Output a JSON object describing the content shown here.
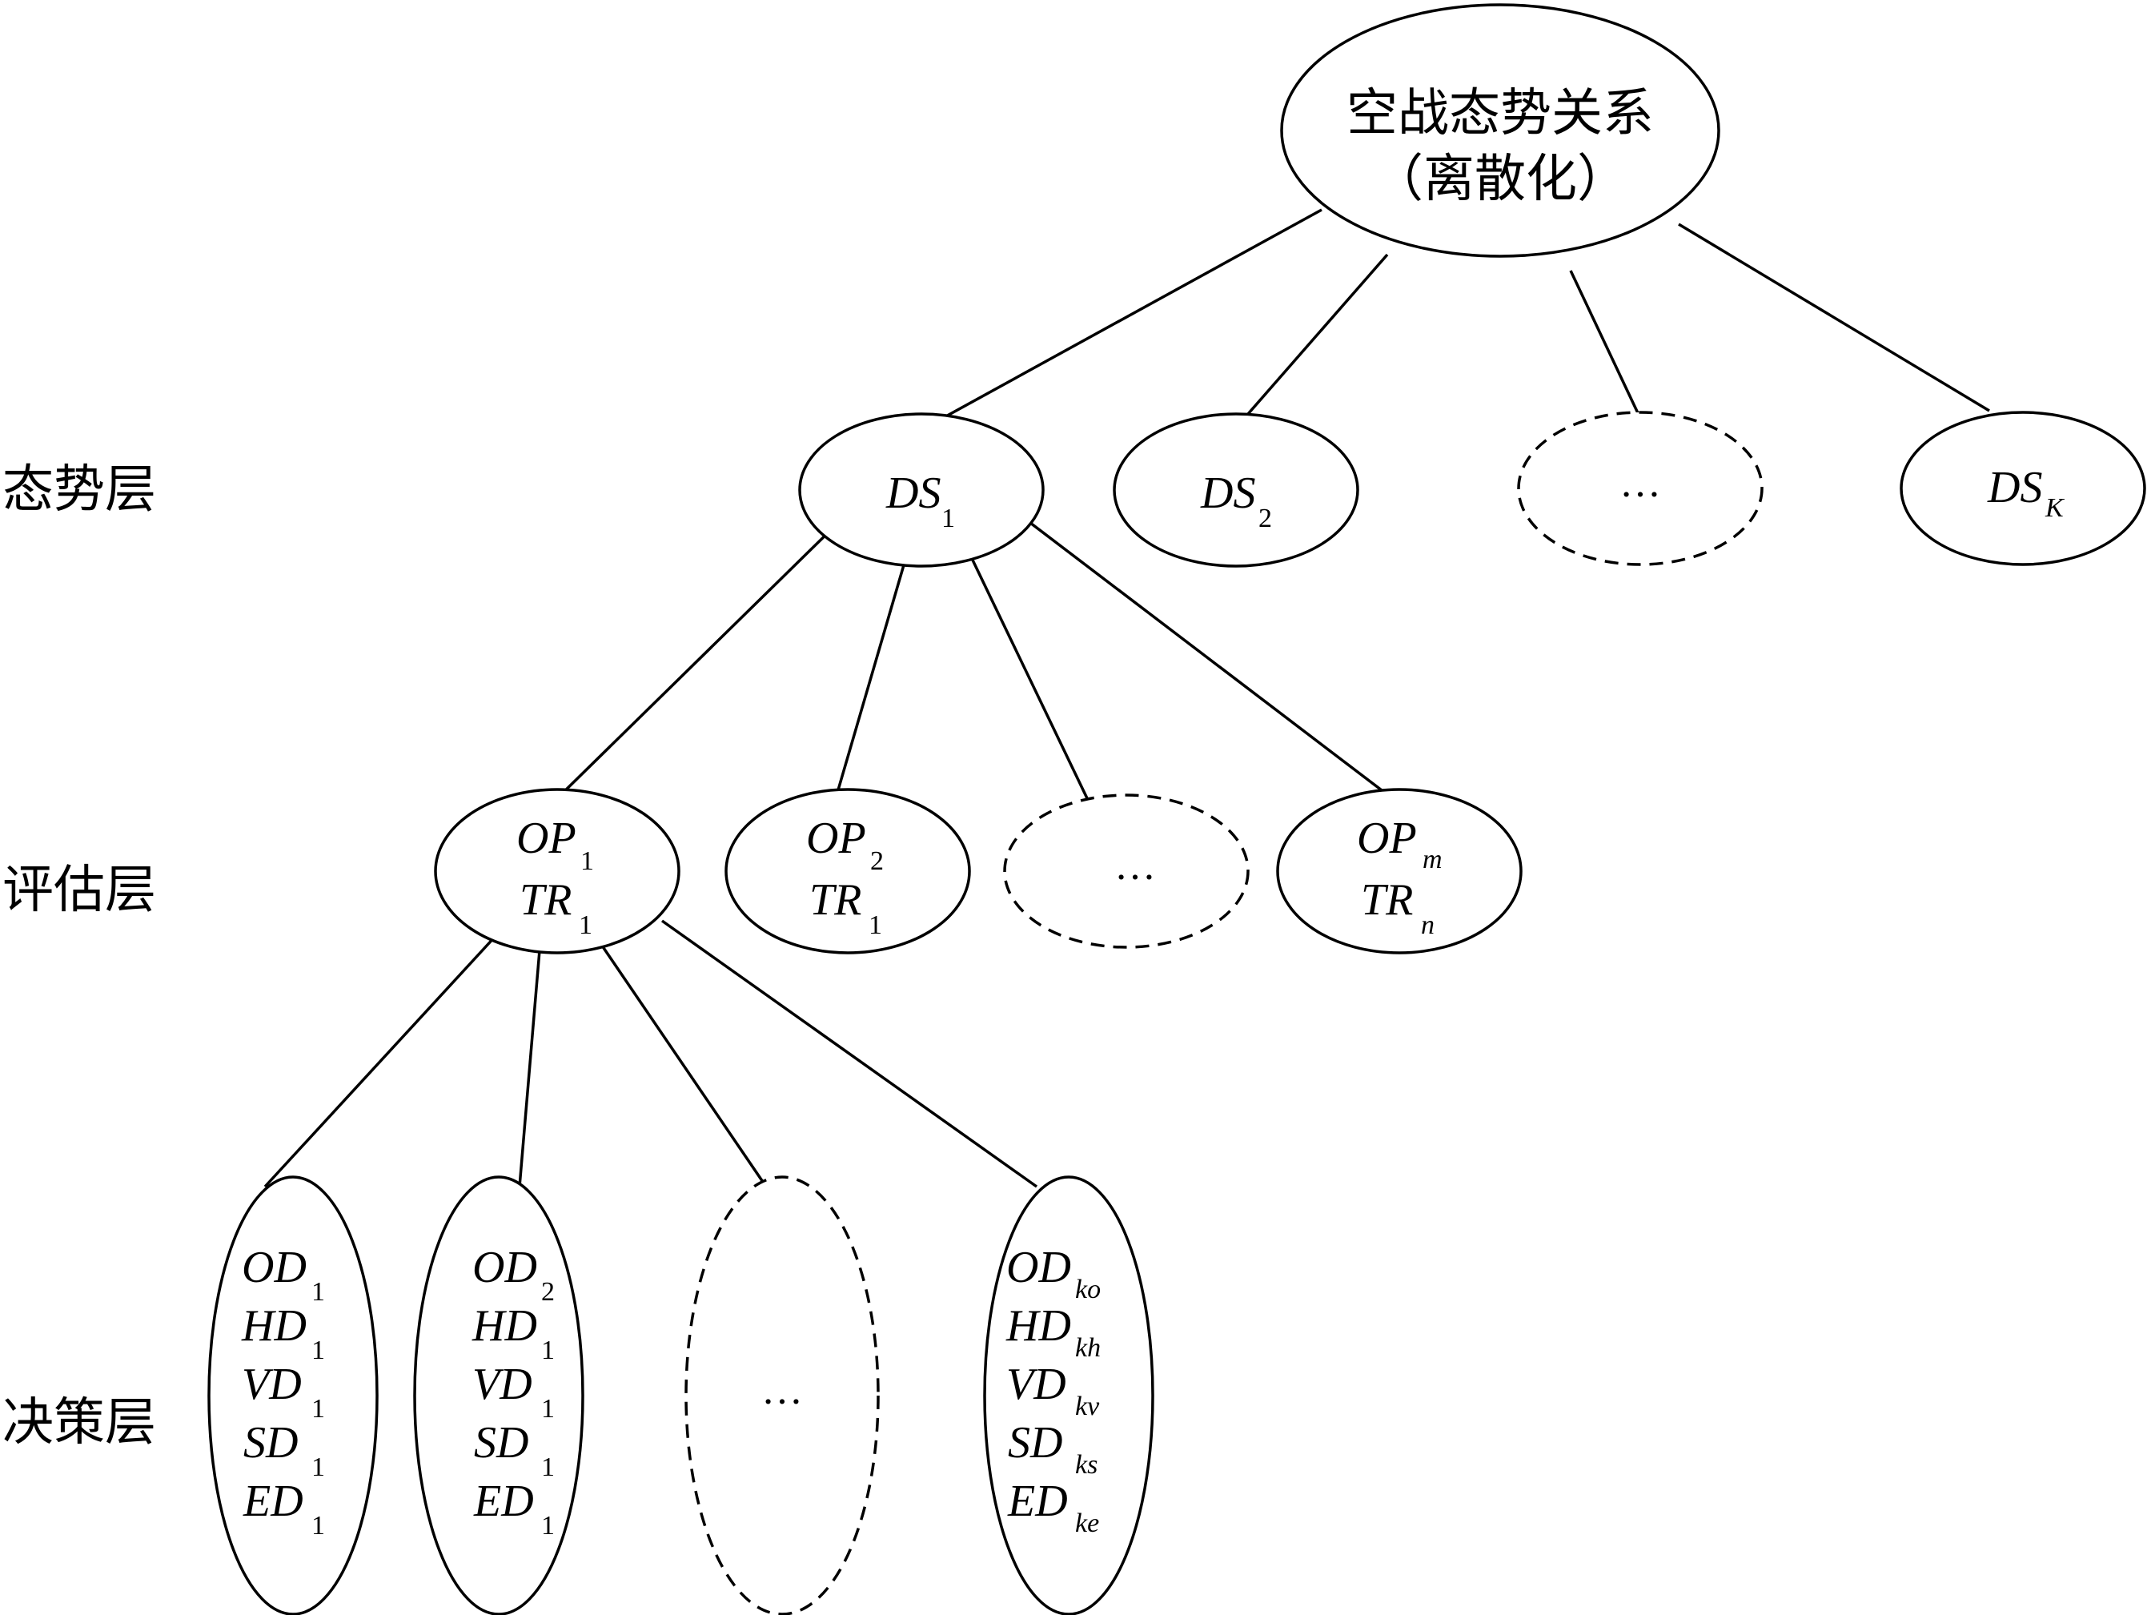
{
  "root": {
    "line1": "空战态势关系",
    "line2": "（离散化）"
  },
  "layers": {
    "situation": "态势层",
    "evaluation": "评估层",
    "decision": "决策层"
  },
  "situation_nodes": [
    {
      "base": "DS",
      "sub": "1"
    },
    {
      "base": "DS",
      "sub": "2"
    },
    {
      "ellipsis": "…"
    },
    {
      "base": "DS",
      "sub": "K"
    }
  ],
  "evaluation_nodes": [
    {
      "lines": [
        {
          "base": "OP",
          "sub": "1"
        },
        {
          "base": "TR",
          "sub": "1"
        }
      ]
    },
    {
      "lines": [
        {
          "base": "OP",
          "sub": "2"
        },
        {
          "base": "TR",
          "sub": "1"
        }
      ]
    },
    {
      "ellipsis": "…"
    },
    {
      "lines": [
        {
          "base": "OP",
          "sub": "m"
        },
        {
          "base": "TR",
          "sub": "n"
        }
      ]
    }
  ],
  "decision_nodes": [
    {
      "lines": [
        {
          "base": "OD",
          "sub": "1"
        },
        {
          "base": "HD",
          "sub": "1"
        },
        {
          "base": "VD",
          "sub": "1"
        },
        {
          "base": "SD",
          "sub": "1"
        },
        {
          "base": "ED",
          "sub": "1"
        }
      ]
    },
    {
      "lines": [
        {
          "base": "OD",
          "sub": "2"
        },
        {
          "base": "HD",
          "sub": "1"
        },
        {
          "base": "VD",
          "sub": "1"
        },
        {
          "base": "SD",
          "sub": "1"
        },
        {
          "base": "ED",
          "sub": "1"
        }
      ]
    },
    {
      "ellipsis": "…"
    },
    {
      "lines": [
        {
          "base": "OD",
          "sub": "ko"
        },
        {
          "base": "HD",
          "sub": "kh"
        },
        {
          "base": "VD",
          "sub": "kv"
        },
        {
          "base": "SD",
          "sub": "ks"
        },
        {
          "base": "ED",
          "sub": "ke"
        }
      ]
    }
  ]
}
